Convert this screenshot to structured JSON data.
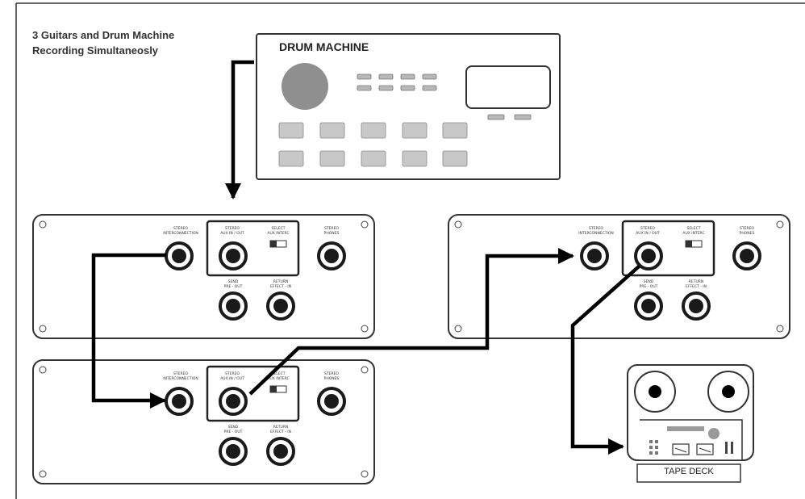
{
  "diagram": {
    "title_line1": "3 Guitars and Drum Machine",
    "title_line2": "Recording Simultaneosly",
    "drum_machine_label": "DRUM MACHINE",
    "tape_deck_label": "TAPE DECK"
  },
  "unit_labels": {
    "stereo_interconnection_1": "STEREO",
    "stereo_interconnection_2": "INTERCONNECTION",
    "stereo_aux_1": "STEREO",
    "stereo_aux_2": "AUX  IN / OUT",
    "select_1": "SELECT",
    "select_2": "AUX  INTERC",
    "stereo_phones_1": "STEREO",
    "stereo_phones_2": "PHONES",
    "send_1": "SEND",
    "send_2": "PRE - OUT",
    "return_1": "RETURN",
    "return_2": "EFFECT - IN"
  },
  "colors": {
    "line": "#000000",
    "panel_stroke": "#333333",
    "knob_fill": "#8f8f8f",
    "button_fill": "#c8c8c8",
    "jack_fill": "#1a1a1a"
  }
}
